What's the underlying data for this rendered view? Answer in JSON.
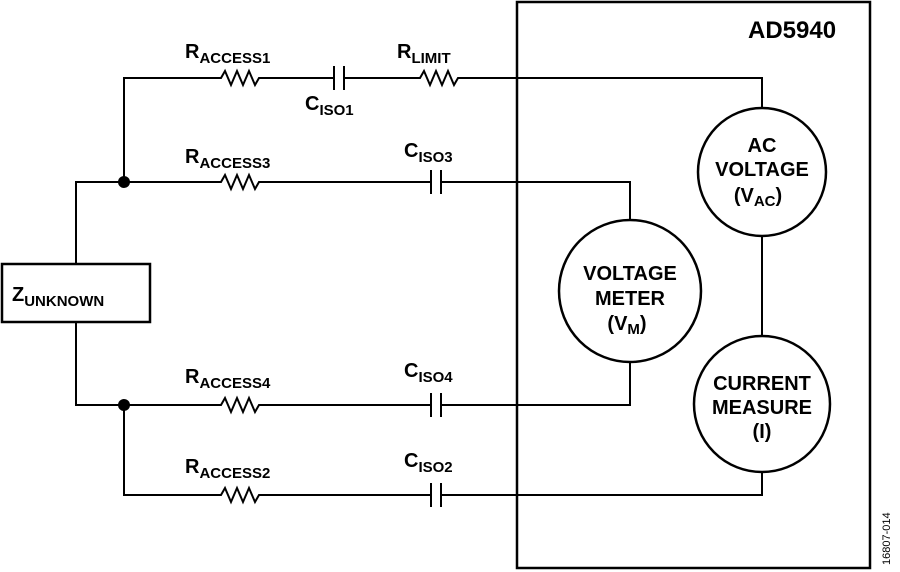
{
  "chip": {
    "name": "AD5940"
  },
  "unknown": {
    "main": "Z",
    "sub": "UNKNOWN"
  },
  "resistors": {
    "access1": {
      "main": "R",
      "sub": "ACCESS1"
    },
    "limit": {
      "main": "R",
      "sub": "LIMIT"
    },
    "access3": {
      "main": "R",
      "sub": "ACCESS3"
    },
    "access4": {
      "main": "R",
      "sub": "ACCESS4"
    },
    "access2": {
      "main": "R",
      "sub": "ACCESS2"
    }
  },
  "capacitors": {
    "iso1": {
      "main": "C",
      "sub": "ISO1"
    },
    "iso3": {
      "main": "C",
      "sub": "ISO3"
    },
    "iso4": {
      "main": "C",
      "sub": "ISO4"
    },
    "iso2": {
      "main": "C",
      "sub": "ISO2"
    }
  },
  "blocks": {
    "ac_voltage": {
      "line1": "AC",
      "line2": "VOLTAGE",
      "line3_main": "(V",
      "line3_sub": "AC",
      "line3_end": ")"
    },
    "voltage_meter": {
      "line1": "VOLTAGE",
      "line2": "METER",
      "line3_main": "(V",
      "line3_sub": "M",
      "line3_end": ")"
    },
    "current_measure": {
      "line1": "CURRENT",
      "line2": "MEASURE",
      "line3": "(I)"
    }
  },
  "figure_code": "16807-014"
}
